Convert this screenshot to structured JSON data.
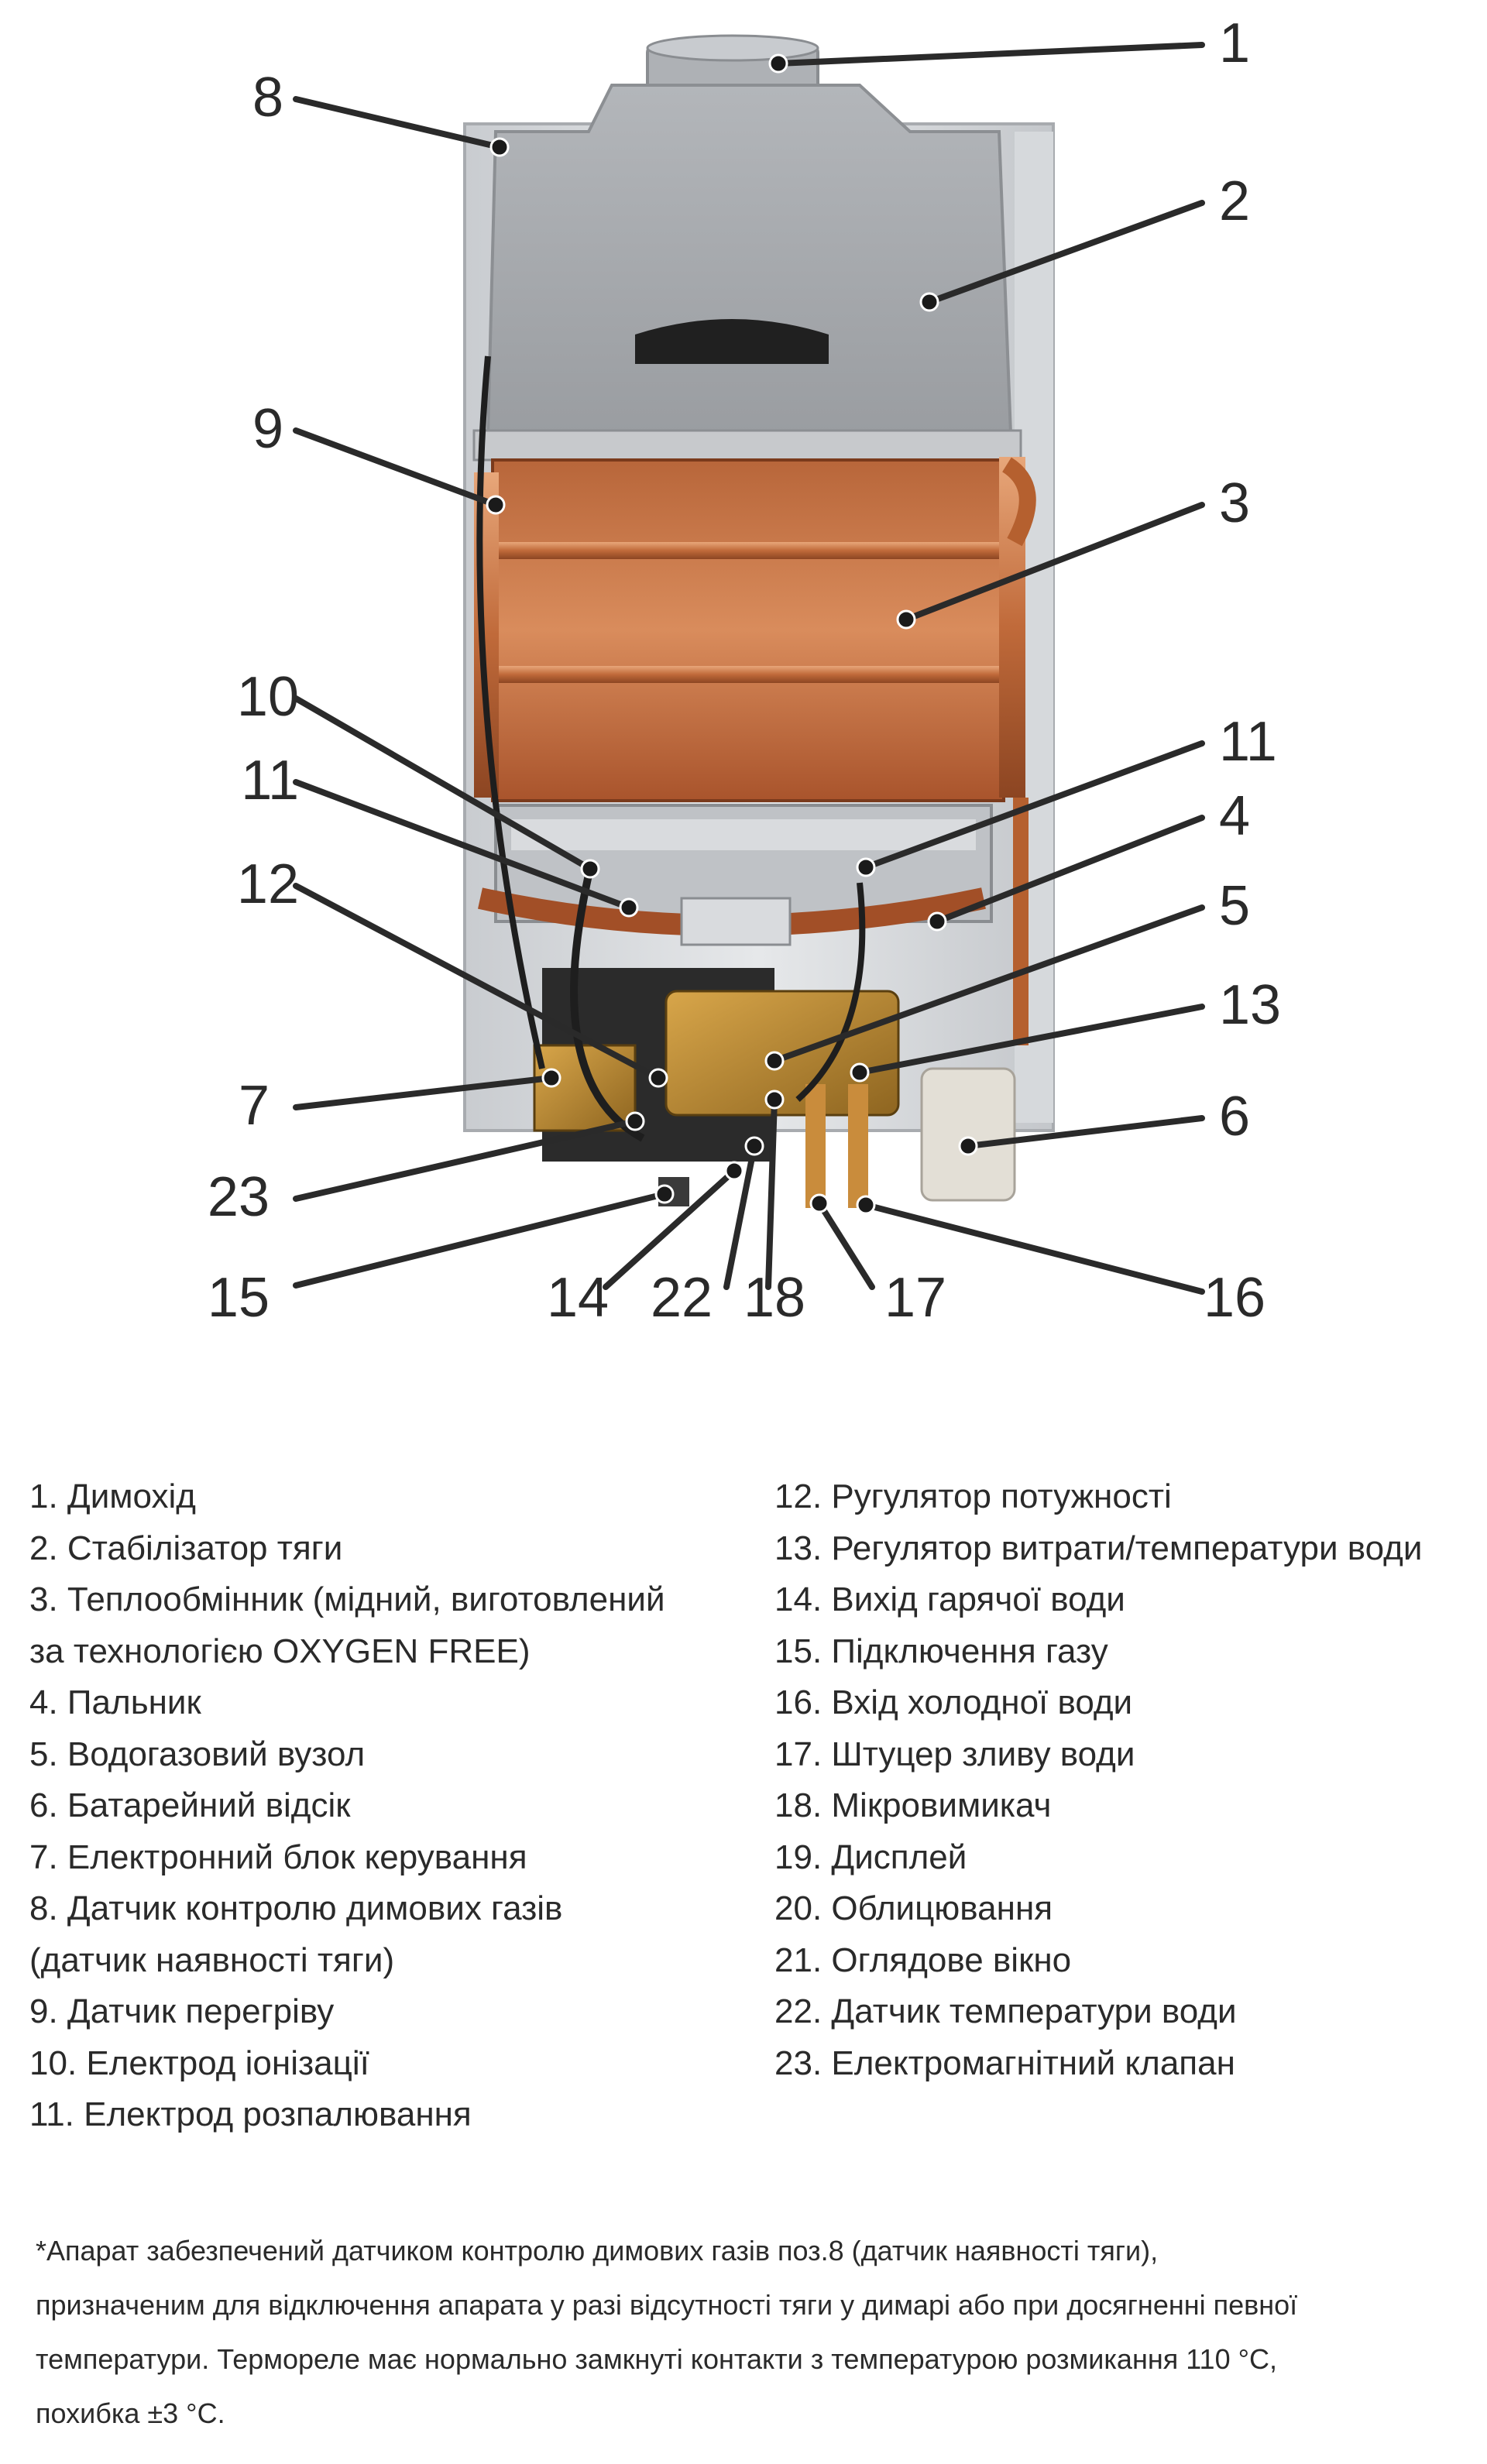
{
  "callouts": [
    "1",
    "2",
    "3",
    "4",
    "5",
    "6",
    "7",
    "8",
    "9",
    "10",
    "11",
    "11",
    "12",
    "13",
    "14",
    "15",
    "16",
    "17",
    "18",
    "22",
    "23"
  ],
  "legend_left": [
    "1. Димохід",
    "2. Стабілізатор тяги",
    "3. Теплообмінник (мідний, виготовлений",
    "за технологією OXYGEN FREE)",
    "4. Пальник",
    "5. Водогазовий вузол",
    "6. Батарейний відсік",
    "7. Електронний блок керування",
    "8. Датчик контролю димових газів",
    "(датчик наявності тяги)",
    "9. Датчик перегріву",
    "10. Електрод іонізації",
    "11. Електрод розпалювання"
  ],
  "legend_right": [
    "12. Ругулятор потужності",
    "13. Регулятор витрати/температури води",
    "14. Вихід гарячої води",
    "15. Підключення газу",
    "16. Вхід холодної води",
    "17. Штуцер зливу води",
    "18. Мікровимикач",
    "19. Дисплей",
    "20. Облицювання",
    "21. Оглядове вікно",
    "22. Датчик температури води",
    "23. Електромагнітний клапан"
  ],
  "note": [
    "*Апарат забезпечений датчиком контролю димових газів поз.8 (датчик наявності тяги),",
    "призначеним для відключення апарата у разі відсутності тяги  у димарі або при досягненні певної",
    "температури. Термореле має нормально замкнуті контакти  з температурою розмикання 110 °С,",
    "похибка ±3 °С."
  ]
}
